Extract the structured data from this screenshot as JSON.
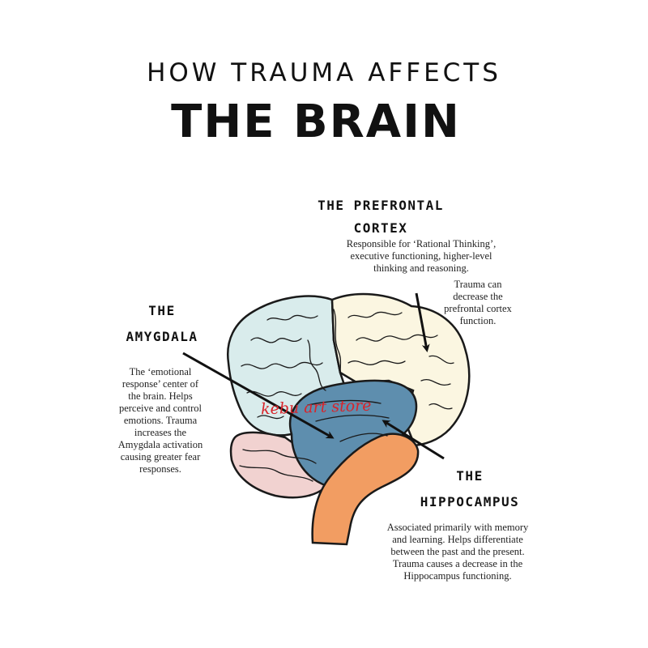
{
  "title": {
    "line1": "HOW TRAUMA AFFECTS",
    "line2": "THE BRAIN"
  },
  "regions": {
    "prefrontal": {
      "heading_line1": "THE PREFRONTAL",
      "heading_line2": "CORTEX",
      "description_lines": [
        "Responsible for ‘Rational Thinking’,",
        "executive functioning, higher-level",
        "thinking and reasoning."
      ],
      "effect_lines": [
        "Trauma can",
        "decrease the",
        "prefrontal cortex",
        "function."
      ]
    },
    "amygdala": {
      "heading_line1": "THE",
      "heading_line2": "AMYGDALA",
      "description_lines": [
        "The ‘emotional",
        "response’ center of",
        "the brain. Helps",
        "perceive and control",
        "emotions. Trauma",
        "increases the",
        "Amygdala activation",
        "causing greater fear",
        "responses."
      ]
    },
    "hippocampus": {
      "heading_line1": "THE",
      "heading_line2": "HIPPOCAMPUS",
      "description_lines": [
        "Associated primarily with memory",
        "and learning. Helps differentiate",
        "between the past and the present.",
        "Trauma causes a decrease in the",
        "Hippocampus functioning."
      ]
    }
  },
  "watermark": "kebu art store",
  "colors": {
    "frontal_lobe": "#fbf6e1",
    "parietal_lobe": "#d9ecec",
    "limbic": "#5e8eae",
    "brainstem": "#f29d62",
    "cerebellum": "#f1d2d0",
    "outline": "#1a1a1a"
  }
}
